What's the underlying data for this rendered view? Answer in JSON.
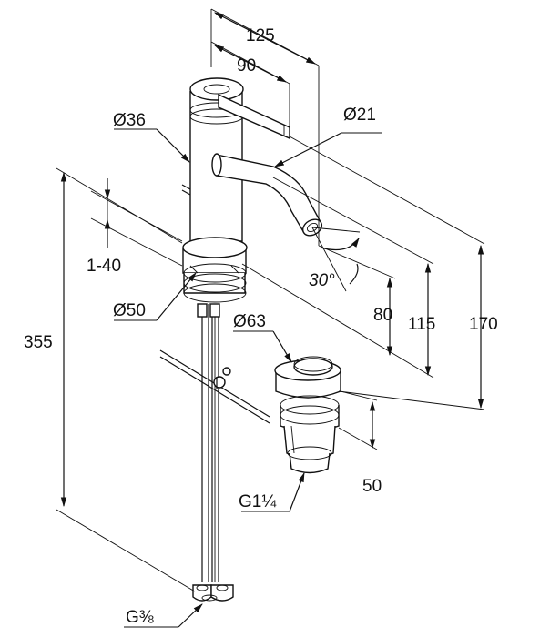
{
  "diagram": {
    "dimensions": {
      "d125": "125",
      "d90": "90",
      "d36": "Ø36",
      "d21": "Ø21",
      "d1_40": "1-40",
      "d30": "30°",
      "d80": "80",
      "d115": "115",
      "d170": "170",
      "d355": "355",
      "d50dia": "Ø50",
      "d63": "Ø63",
      "d50": "50",
      "g114": "G1¼",
      "g38": "G⅜"
    },
    "colors": {
      "line": "#111111",
      "background": "#ffffff"
    }
  }
}
